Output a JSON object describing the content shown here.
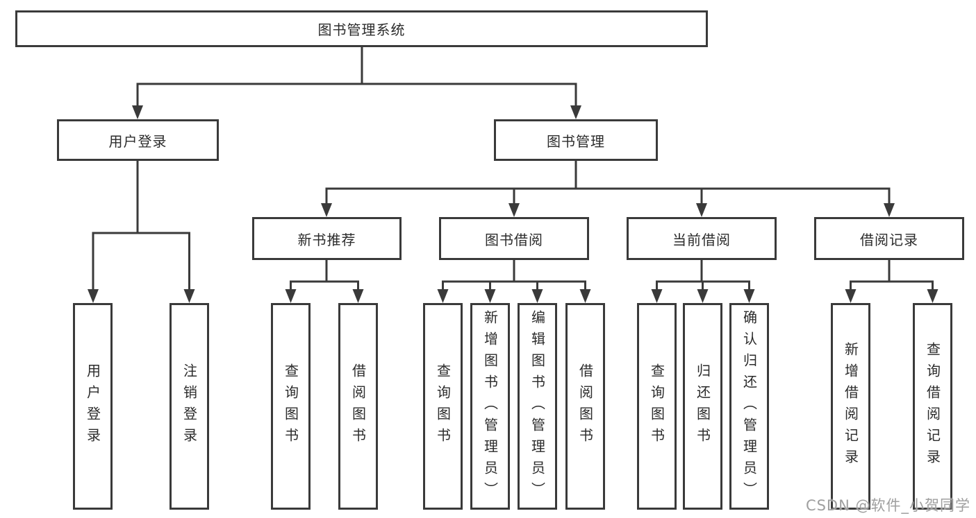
{
  "diagram": {
    "root": {
      "label": "图书管理系统"
    },
    "branches": [
      {
        "label": "用户登录",
        "children": [
          {
            "label": "用户登录"
          },
          {
            "label": "注销登录"
          }
        ]
      },
      {
        "label": "图书管理",
        "children": [
          {
            "label": "新书推荐",
            "children": [
              {
                "label": "查询图书"
              },
              {
                "label": "借阅图书"
              }
            ]
          },
          {
            "label": "图书借阅",
            "children": [
              {
                "label": "查询图书"
              },
              {
                "label": "新增图书（管理员）"
              },
              {
                "label": "编辑图书（管理员）"
              },
              {
                "label": "借阅图书"
              }
            ]
          },
          {
            "label": "当前借阅",
            "children": [
              {
                "label": "查询图书"
              },
              {
                "label": "归还图书"
              },
              {
                "label": "确认归还（管理员）"
              }
            ]
          },
          {
            "label": "借阅记录",
            "children": [
              {
                "label": "新增借阅记录"
              },
              {
                "label": "查询借阅记录"
              }
            ]
          }
        ]
      }
    ]
  },
  "watermark": {
    "text": "CSDN @软件_小贺同学"
  },
  "colors": {
    "line": "#3a3a3a",
    "text": "#2b2b2b",
    "background": "#ffffff",
    "watermark": "#9f9f9f"
  }
}
